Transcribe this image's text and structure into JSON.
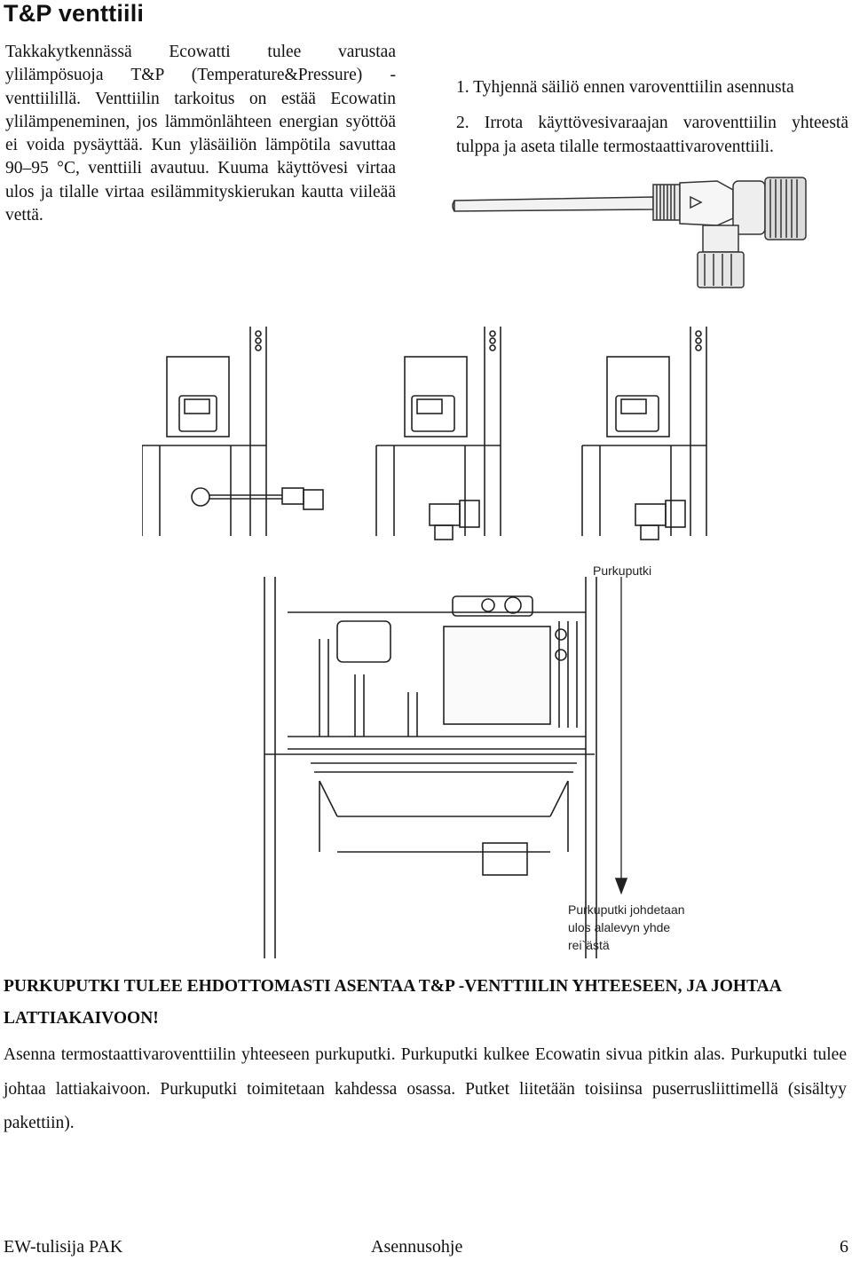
{
  "title": "T&P venttiili",
  "intro_text": "Takkakytkennässä Ecowatti tulee varustaa ylilämpösuoja T&P (Temperature&Pressure) -venttiilillä. Venttiilin tarkoitus on estää Ecowatin ylilämpeneminen, jos lämmönlähteen energian syöttöä ei voida pysäyttää. Kun yläsäiliön lämpötila savuttaa 90–95 °C, venttiili avautuu. Kuuma käyttövesi virtaa ulos ja tilalle virtaa esilämmityskierukan kautta viileää vettä.",
  "steps": [
    "1. Tyhjennä säiliö ennen varoventtiilin asennusta",
    "2. Irrota käyttövesivaraajan varoventtiilin yhteestä tulppa ja aseta tilalle termostaattivaroventtiili."
  ],
  "diagram_labels": {
    "pipe_label": "Purkuputki",
    "pipe_route_line1": "Purkuputki johdetaan",
    "pipe_route_line2": "ulos alalevyn yhde",
    "pipe_route_line3": "rei`ästä"
  },
  "warning_text": "PURKUPUTKI TULEE EHDOTTOMASTI ASENTAA T&P -VENTTIILIN YHTEESEEN, JA JOHTAA LATTIAKAIVOON!",
  "body_text": "Asenna termostaattivaroventtiilin yhteeseen purkuputki. Purkuputki kulkee Ecowatin sivua pitkin alas. Purkuputki tulee johtaa lattiakaivoon. Purkuputki toimitetaan kahdessa osassa. Putket liitetään toisiinsa puserrusliittimellä (sisältyy pakettiin).",
  "footer": {
    "left": "EW-tulisija PAK",
    "center": "Asennusohje",
    "page_number": "6"
  }
}
